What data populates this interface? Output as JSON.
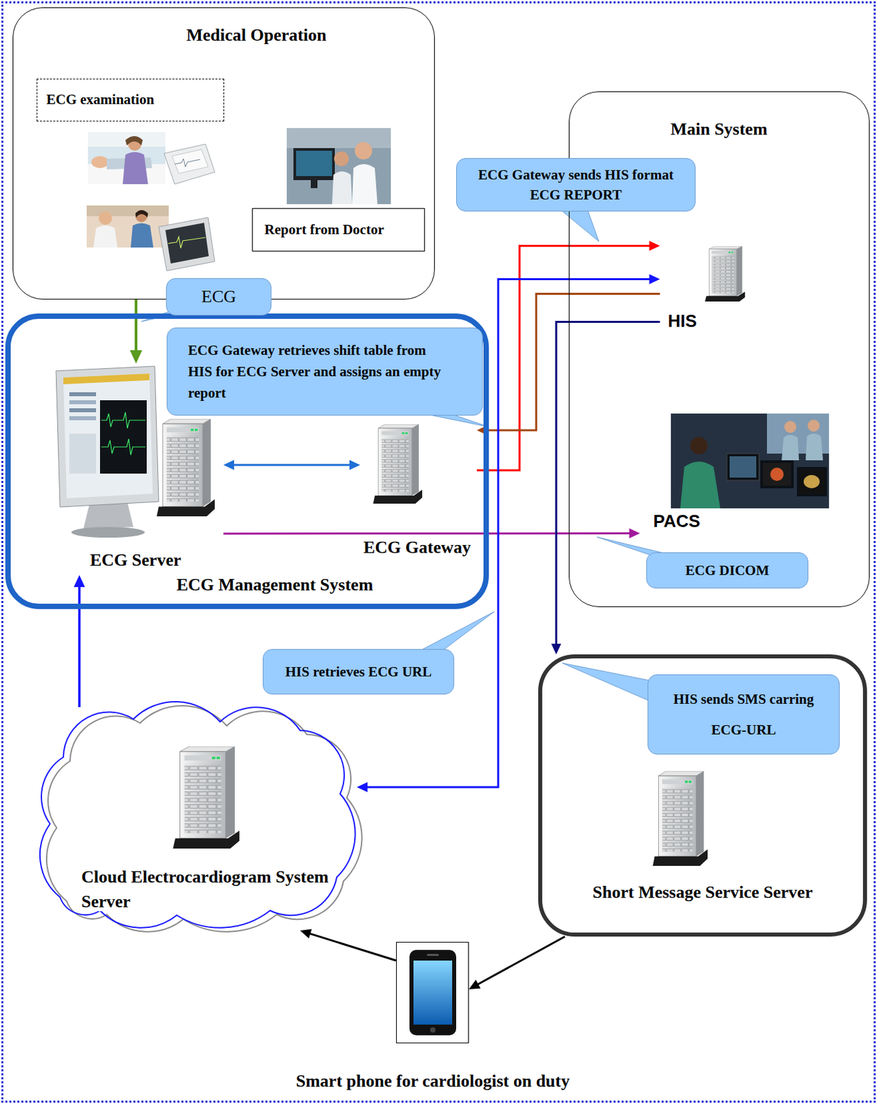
{
  "diagram": {
    "nodes": [
      {
        "text": [
          "Medical Operation"
        ]
      },
      {
        "text": [
          "ECG examination"
        ],
        "in": 0
      },
      {
        "text": [
          "Report from Doctor"
        ],
        "in": 0
      },
      {
        "text": [
          "Main System"
        ]
      },
      {
        "text": [
          "HIS"
        ],
        "in": 3
      },
      {
        "text": [
          "PACS"
        ],
        "in": 3
      },
      {
        "text": [
          "ECG Management System"
        ]
      },
      {
        "text": [
          "ECG Server"
        ],
        "in": 6
      },
      {
        "text": [
          "ECG Gateway"
        ],
        "in": 6
      },
      {
        "text": [
          "Cloud Electrocardiogram System Server"
        ]
      },
      {
        "text": [
          "Short Message Service Server"
        ]
      },
      {
        "text": [
          "Smart phone for cardiologist on duty"
        ]
      }
    ],
    "edges": [
      {
        "from": 0,
        "to": 7,
        "label": "ECG",
        "arrow": "to"
      },
      {
        "from": 7,
        "to": 8,
        "arrow": "both"
      },
      {
        "from": 8,
        "to": 4,
        "label": "ECG Gateway sends HIS format ECG REPORT",
        "arrow": "to"
      },
      {
        "from": 4,
        "to": 8,
        "label": "ECG Gateway retrieves shift table from HIS for ECG Server and assigns an empty report",
        "arrow": "to"
      },
      {
        "from": 7,
        "to": 5,
        "label": "ECG DICOM",
        "arrow": "to"
      },
      {
        "from": 4,
        "to": 9,
        "label": "HIS retrieves ECG URL",
        "arrow": "both"
      },
      {
        "from": 4,
        "to": 10,
        "label": "HIS sends SMS carring ECG-URL",
        "arrow": "to"
      },
      {
        "from": 9,
        "to": 7,
        "arrow": "to"
      },
      {
        "from": 10,
        "to": 11,
        "arrow": "to"
      },
      {
        "from": 11,
        "to": 9,
        "arrow": "to"
      }
    ]
  }
}
